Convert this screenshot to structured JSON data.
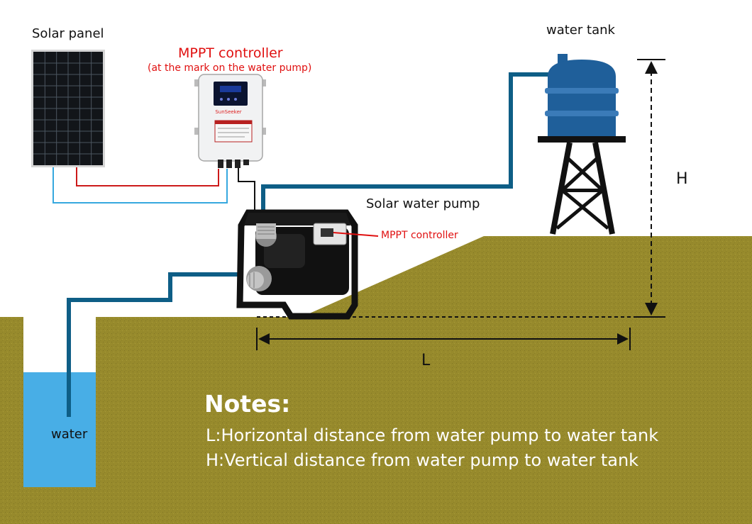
{
  "labels": {
    "solar_panel": "Solar panel",
    "mppt_title": "MPPT controller",
    "mppt_note": "(at the mark on the water pump)",
    "water_tank": "water tank",
    "solar_water_pump": "Solar water pump",
    "mppt_pointer": "MPPT controller",
    "height_marker": "H",
    "length_marker": "L",
    "water": "water",
    "controller_brand": "SunSeeker"
  },
  "notes": {
    "heading": "Notes:",
    "line_l": "L:Horizontal distance from water pump to water tank",
    "line_h": "H:Vertical distance from water pump to water tank"
  },
  "colors": {
    "ground": "#978a2c",
    "water": "#48aee6",
    "pipe": "#0e5e86",
    "tank": "#1f5f9a",
    "wire_red": "#cc1a1a",
    "wire_blue": "#36a8df",
    "mppt_label": "#e01010"
  }
}
